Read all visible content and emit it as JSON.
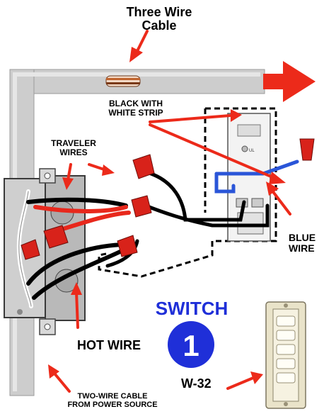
{
  "labels": {
    "three_wire_line1": "Three Wire",
    "three_wire_line2": "Cable",
    "black_white_line1": "BLACK WITH",
    "black_white_line2": "WHITE STRIP",
    "traveler_line1": "TRAVELER",
    "traveler_line2": "WIRES",
    "blue_line1": "BLUE",
    "blue_line2": "WIRE",
    "hot_wire": "HOT WIRE",
    "switch_title": "SWITCH",
    "switch_number": "1",
    "model": "W-32",
    "two_wire_line1": "TWO-WIRE CABLE",
    "two_wire_line2": "FROM POWER SOURCE"
  },
  "colors": {
    "arrow": "#ec2a1a",
    "conduit": "#c9c9c9",
    "switch_blue": "#1f2fd8",
    "wire_red": "#e8281c",
    "wire_blue": "#2a55d8"
  }
}
